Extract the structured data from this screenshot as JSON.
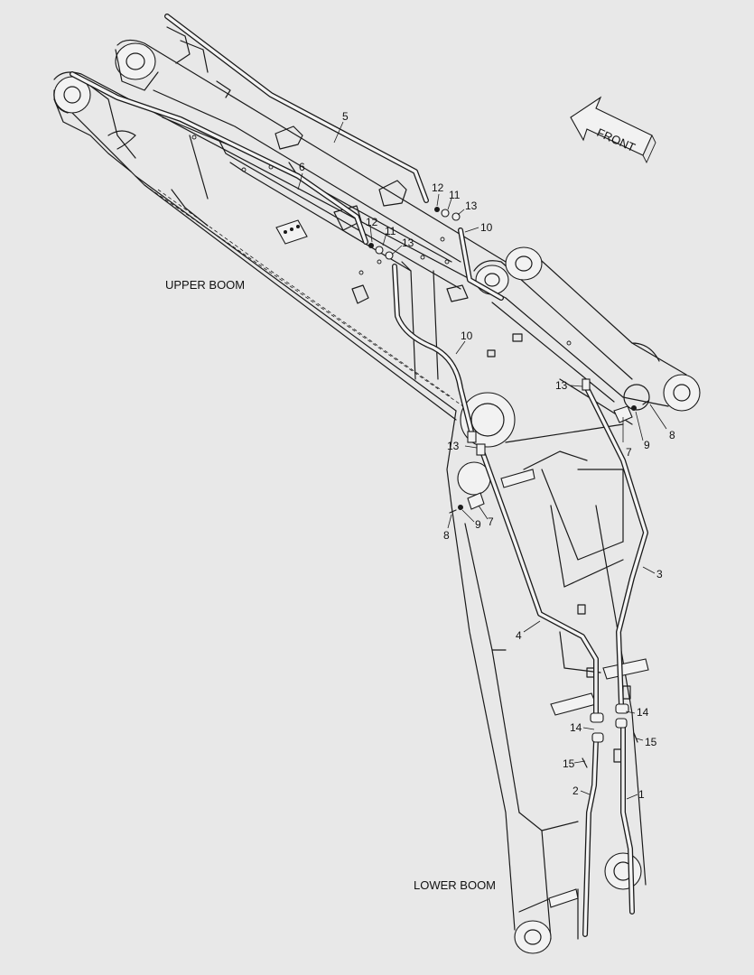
{
  "labels": {
    "upper_boom": "UPPER BOOM",
    "lower_boom": "LOWER BOOM",
    "front": "FRONT"
  },
  "part_numbers": {
    "p1": "1",
    "p2": "2",
    "p3": "3",
    "p4": "4",
    "p5": "5",
    "p6": "6",
    "p7a": "7",
    "p7b": "7",
    "p8a": "8",
    "p8b": "8",
    "p9a": "9",
    "p9b": "9",
    "p10a": "10",
    "p10b": "10",
    "p11a": "11",
    "p11b": "11",
    "p12a": "12",
    "p12b": "12",
    "p13a": "13",
    "p13b": "13",
    "p13c": "13",
    "p13d": "13",
    "p14a": "14",
    "p14b": "14",
    "p15a": "15",
    "p15b": "15"
  }
}
